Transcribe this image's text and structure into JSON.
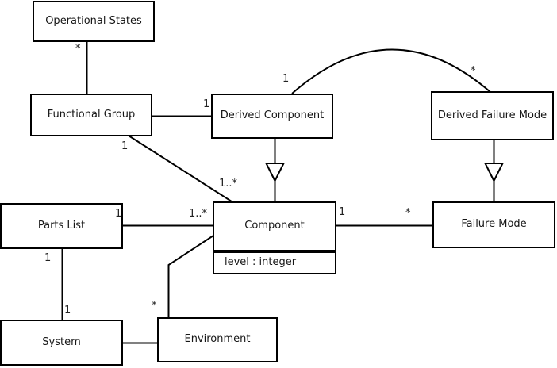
{
  "diagram": {
    "type": "uml-class-diagram",
    "colors": {
      "line": "#000000",
      "background": "#ffffff",
      "box_fill": "#ffffff"
    },
    "classes": {
      "operational_states": {
        "name": "Operational States"
      },
      "functional_group": {
        "name": "Functional Group"
      },
      "derived_component": {
        "name": "Derived Component"
      },
      "derived_failure_mode": {
        "name": "Derived Failure Mode"
      },
      "parts_list": {
        "name": "Parts List"
      },
      "component": {
        "name": "Component",
        "attributes": [
          "level : integer"
        ]
      },
      "failure_mode": {
        "name": "Failure Mode"
      },
      "system": {
        "name": "System"
      },
      "environment": {
        "name": "Environment"
      }
    },
    "edge_labels": {
      "operational_states_functional_group": {
        "near_operational_states": "*"
      },
      "functional_group_derived_component": {
        "near_derived_component": "1"
      },
      "functional_group_component": {
        "near_functional_group": "1",
        "near_component": "1..*"
      },
      "derived_component_derived_failure_mode": {
        "near_derived_component": "1",
        "near_derived_failure_mode": "*"
      },
      "parts_list_component": {
        "near_parts_list": "1",
        "near_component": "1..*"
      },
      "component_failure_mode": {
        "near_component": "1",
        "near_failure_mode": "*"
      },
      "parts_list_system": {
        "near_parts_list": "1",
        "near_system": "1"
      },
      "environment_component": {
        "near_environment": "*"
      }
    }
  }
}
